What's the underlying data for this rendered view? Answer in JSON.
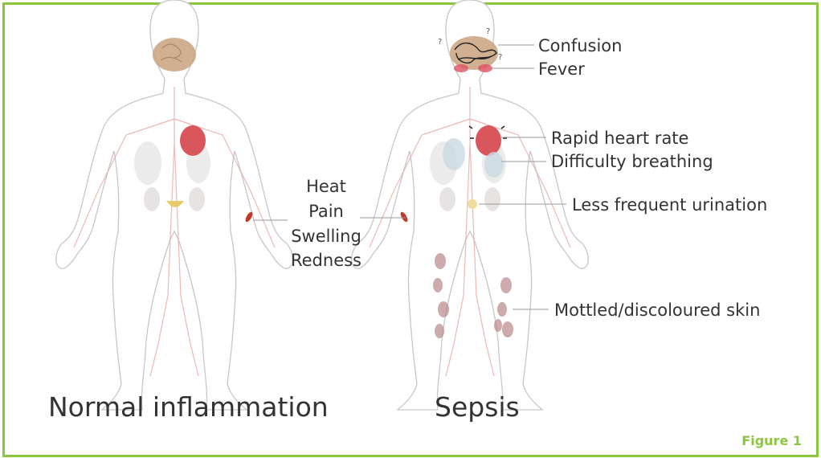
{
  "figure_label": "Figure 1",
  "normal": {
    "caption": "Normal inflammation",
    "signs": [
      "Heat",
      "Pain",
      "Swelling",
      "Redness"
    ]
  },
  "sepsis": {
    "caption": "Sepsis",
    "signs": [
      "Confusion",
      "Fever",
      "Rapid heart rate",
      "Difficulty breathing",
      "Less frequent urination",
      "Mottled/discoloured skin"
    ]
  },
  "colors": {
    "frame": "#8cc63f",
    "heart": "#d9565c",
    "brain": "#c9a27e",
    "vessels": "#e8a6a0",
    "bladder": "#e8cc6a",
    "mottle": "#b8878a"
  }
}
